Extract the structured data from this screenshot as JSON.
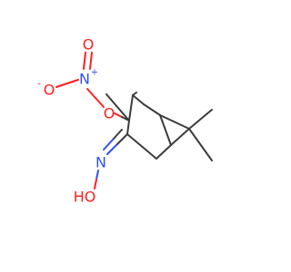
{
  "molecule": {
    "atoms": {
      "nitrate_oxo_top": {
        "symbol": "O",
        "color": "#ff2020"
      },
      "nitrate_oxo_left": {
        "symbol": "O",
        "charge": "-",
        "color": "#ff2020"
      },
      "nitrate_nitrogen": {
        "symbol": "N",
        "charge": "+",
        "color": "#3050f8"
      },
      "ester_oxygen": {
        "symbol": "O",
        "color": "#ff2020"
      },
      "oxime_nitrogen": {
        "symbol": "N",
        "color": "#3050f8"
      },
      "hydroxyl": {
        "symbol": "HO",
        "color": "#ff2020"
      }
    },
    "colors": {
      "bond": "#3c3c3c",
      "oxygen": "#ff2020",
      "nitrogen": "#3050f8"
    }
  }
}
